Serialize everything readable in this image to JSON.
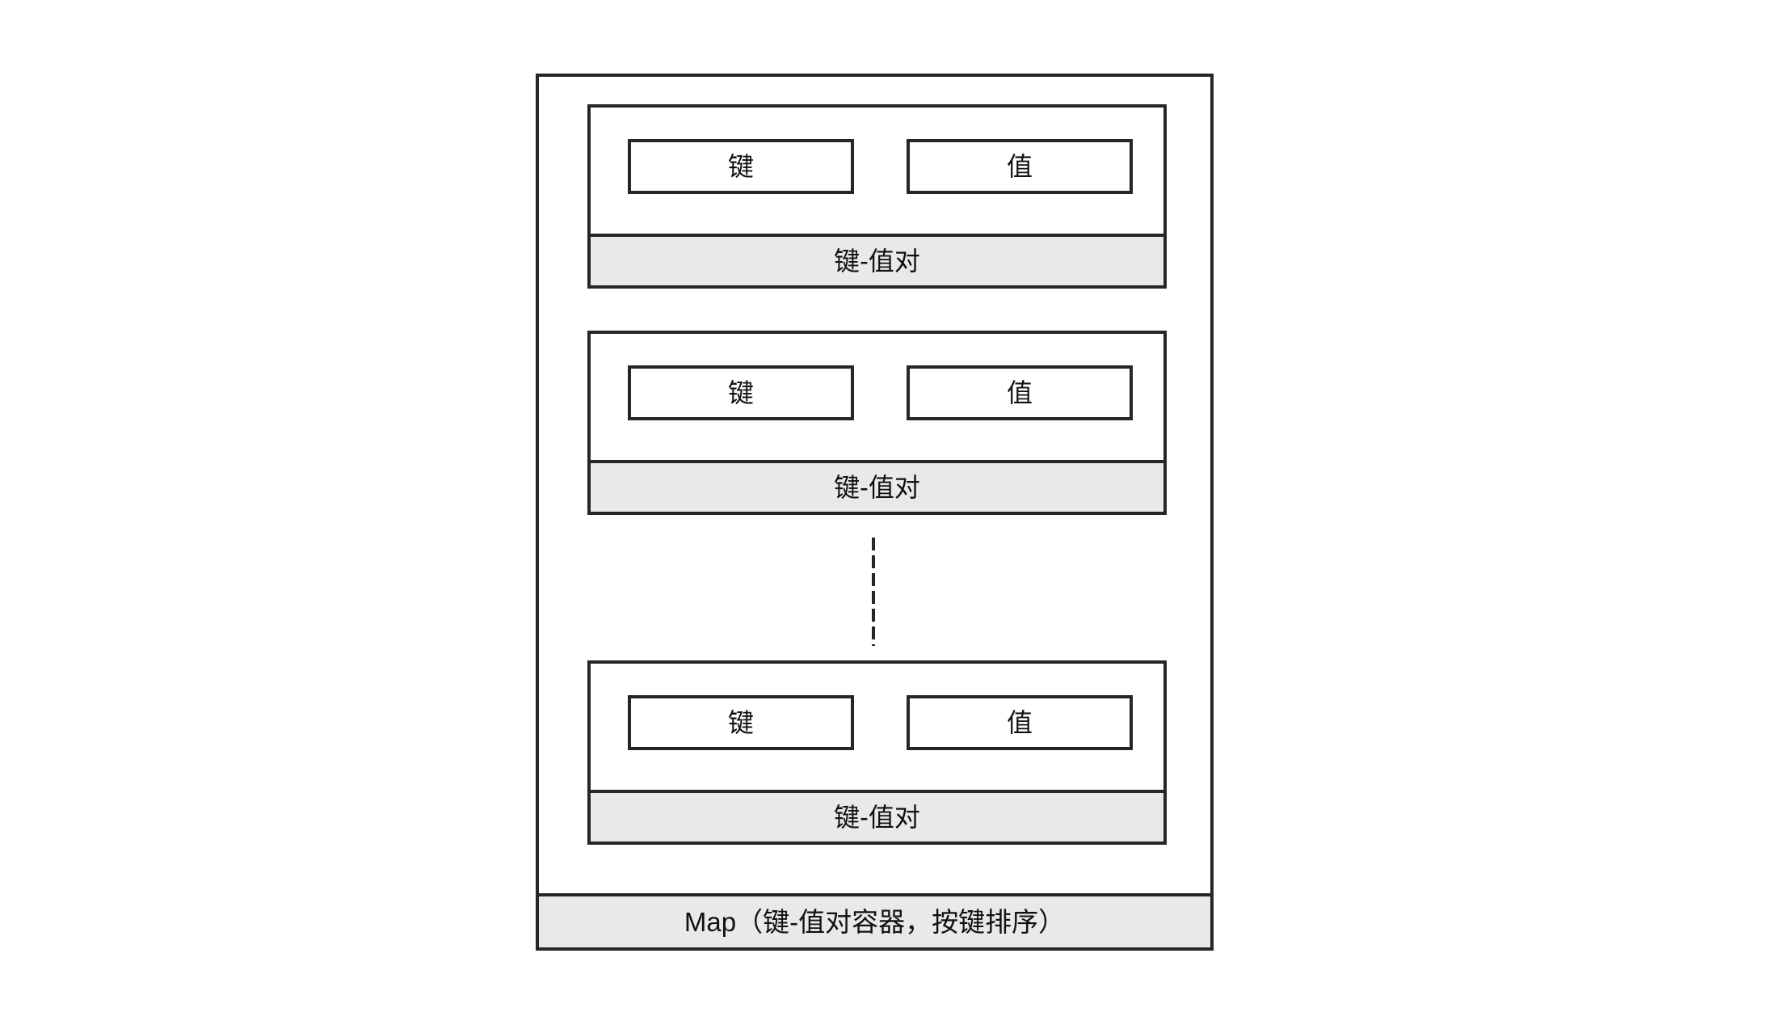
{
  "colors": {
    "border": "#262626",
    "strip_fill": "#e9e9e9",
    "background": "#ffffff",
    "text": "#111111"
  },
  "diagram": {
    "pairs": [
      {
        "key": "键",
        "value": "值",
        "label": "键-值对"
      },
      {
        "key": "键",
        "value": "值",
        "label": "键-值对"
      },
      {
        "key": "键",
        "value": "值",
        "label": "键-值对"
      }
    ],
    "footer": "Map（键-值对容器，按键排序）"
  }
}
